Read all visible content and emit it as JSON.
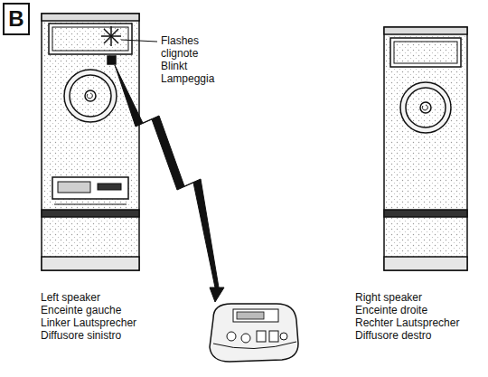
{
  "diagram": {
    "nodes": [
      {
        "text": [
          "B"
        ]
      }
    ],
    "labels": [
      "Flashes",
      "clignote",
      "Blinkt",
      "Lampeggia",
      "Left speaker",
      "Enceinte gauche",
      "Linker Lautsprecher",
      "Diffusore sinistro",
      "Right speaker",
      "Enceinte droite",
      "Rechter Lautsprecher",
      "Diffusore destro"
    ]
  }
}
